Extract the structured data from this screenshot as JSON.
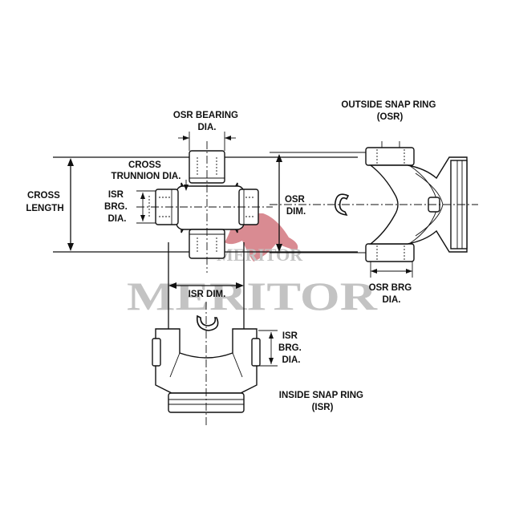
{
  "labels": {
    "osr_bearing": [
      "OSR BEARING",
      "DIA."
    ],
    "outside_snap_ring": [
      "OUTSIDE SNAP RING",
      "(OSR)"
    ],
    "cross_trunnion": [
      "CROSS",
      "TRUNNION DIA."
    ],
    "cross_length": [
      "CROSS",
      "LENGTH"
    ],
    "isr_brg_left": [
      "ISR",
      "BRG.",
      "DIA."
    ],
    "osr_dim": [
      "OSR",
      "DIM."
    ],
    "isr_dim": "ISR DIM.",
    "osr_brg_dia": [
      "OSR BRG",
      "DIA."
    ],
    "isr_brg_right": [
      "ISR",
      "BRG.",
      "DIA."
    ],
    "inside_snap_ring": [
      "INSIDE SNAP RING",
      "(ISR)"
    ]
  },
  "watermark": {
    "logo_small": "MERITOR",
    "logo_large": "MERITOR",
    "colors": {
      "bull": "#c8555f",
      "text": "#b9b9b9"
    }
  }
}
